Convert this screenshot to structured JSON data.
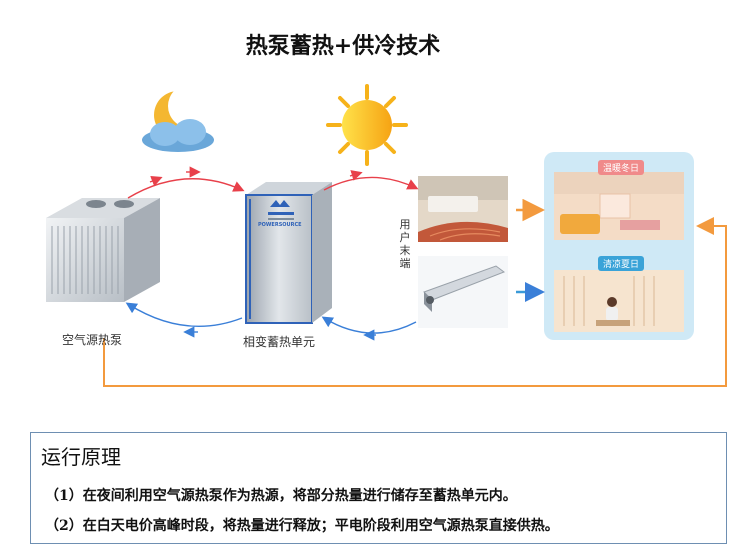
{
  "title": "热泵蓄热+供冷技术",
  "labels": {
    "heat_pump": "空气源热泵",
    "storage_unit": "相变蓄热单元",
    "user_terminal_chars": [
      "用",
      "户",
      "末",
      "端"
    ],
    "warm_scene": "温暖冬日",
    "cool_scene": "清凉夏日",
    "unit_brand": "POWERSOURCE"
  },
  "principle": {
    "title": "运行原理",
    "lines": [
      "（1）在夜间利用空气源热泵作为热源，将部分热量进行储存至蓄热单元内。",
      "（2）在白天电价高峰时段，将热量进行释放；平电阶段利用空气源热泵直接供热。"
    ]
  },
  "colors": {
    "red_arrow": "#e8404a",
    "blue_arrow": "#3a7fd8",
    "orange_arrow": "#f39a3e",
    "box_border": "#6e8fb2",
    "scene_panel": "#cfe9f6"
  },
  "icons": [
    "moon-cloud-icon",
    "sun-icon"
  ]
}
